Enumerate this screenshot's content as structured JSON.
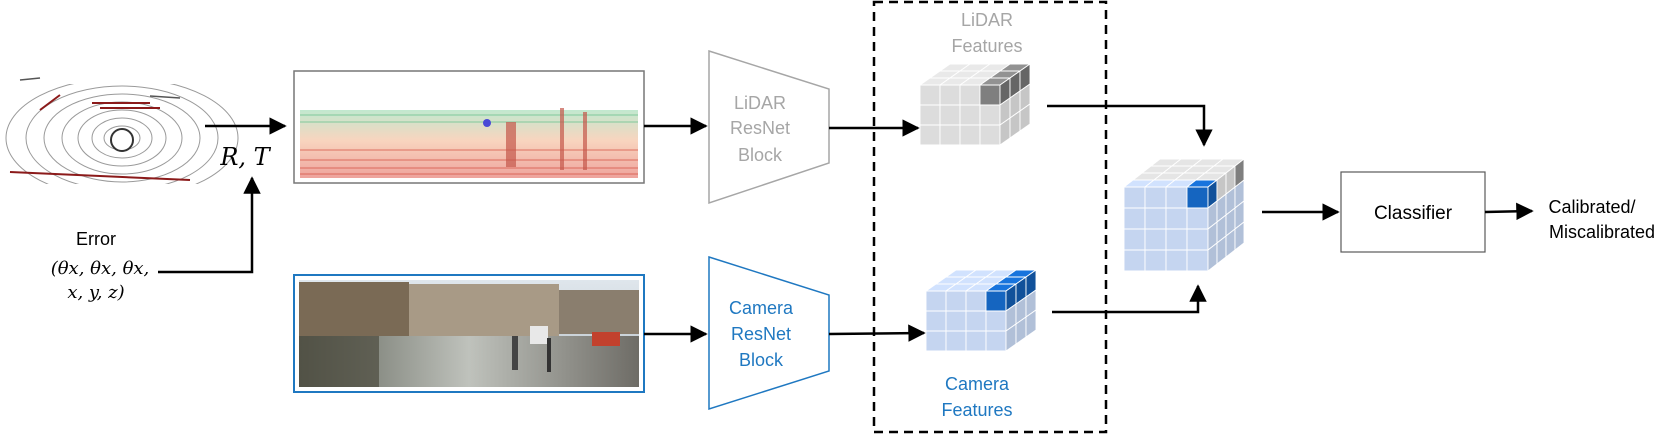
{
  "diagram": {
    "transform_label": "R, T",
    "error": {
      "title": "Error",
      "line1": "(θx, θx, θx,",
      "line2": "x, y, z)"
    },
    "lidar_block": {
      "line1": "LiDAR",
      "line2": "ResNet",
      "line3": "Block"
    },
    "camera_block": {
      "line1": "Camera",
      "line2": "ResNet",
      "line3": "Block"
    },
    "lidar_features": {
      "line1": "LiDAR",
      "line2": "Features"
    },
    "camera_features": {
      "line1": "Camera",
      "line2": "Features"
    },
    "classifier": "Classifier",
    "output": {
      "line1": "Calibrated/",
      "line2": "Miscalibrated"
    }
  },
  "colors": {
    "lidar_gray": "#a6a6a6",
    "camera_blue": "#1f78c1",
    "arrow": "#000000",
    "cube_gray_face": "#dcdcdc",
    "cube_gray_dark": "#7f7f7f",
    "cube_blue_face": "#c5d5f0",
    "cube_blue_dark": "#1565c0"
  }
}
